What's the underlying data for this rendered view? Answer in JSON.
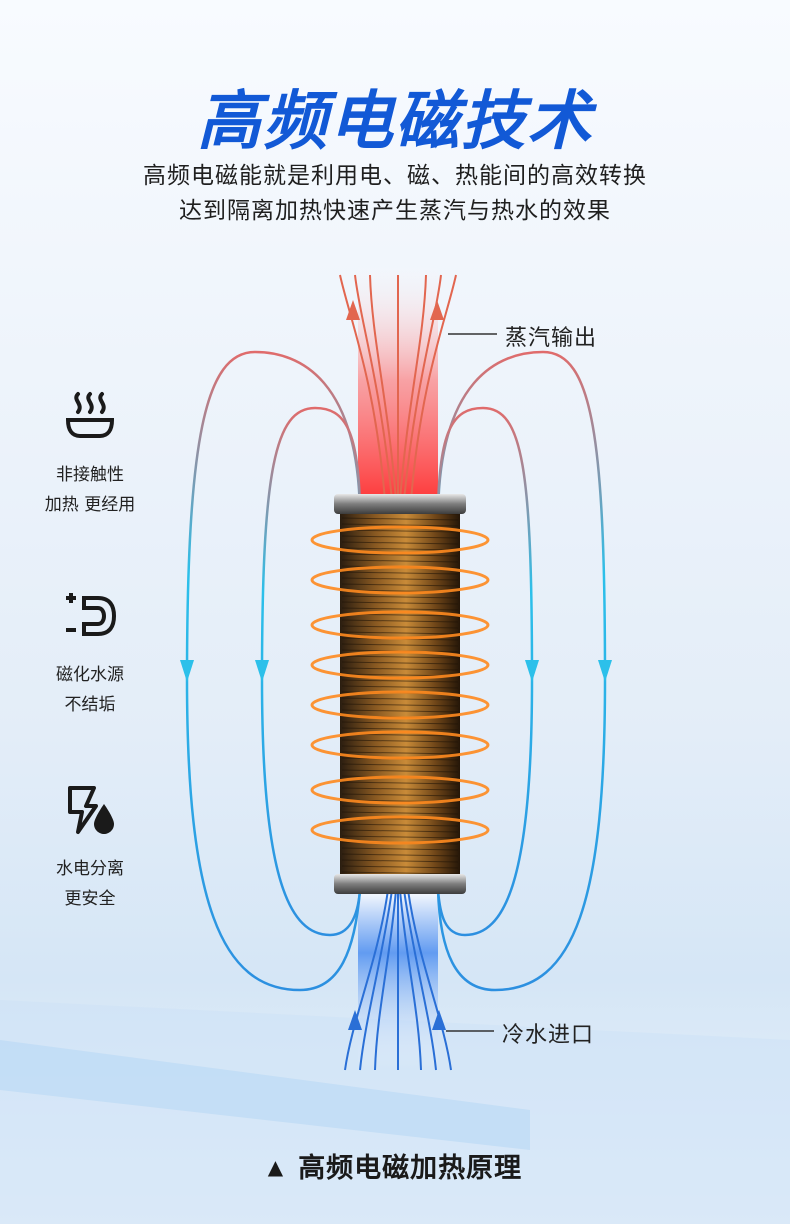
{
  "title": "高频电磁技术",
  "subtitle_line1": "高频电磁能就是利用电、磁、热能间的高效转换",
  "subtitle_line2": "达到隔离加热快速产生蒸汽与热水的效果",
  "features": [
    {
      "icon": "steam-icon",
      "line1": "非接触性",
      "line2": "加热 更经用"
    },
    {
      "icon": "magnet-icon",
      "line1": "磁化水源",
      "line2": "不结垢"
    },
    {
      "icon": "water-electric-separation-icon",
      "line1": "水电分离",
      "line2": "更安全"
    }
  ],
  "labels": {
    "steam_output": "蒸汽输出",
    "cold_water_input": "冷水进口"
  },
  "caption": {
    "marker": "▲",
    "text": "高频电磁加热原理"
  },
  "colors": {
    "title": "#1259d6",
    "field_line": "#28b8e8",
    "hot": "#ff3b3b",
    "cold": "#2a6fd6",
    "coil_glow": "#ff8a1f"
  }
}
